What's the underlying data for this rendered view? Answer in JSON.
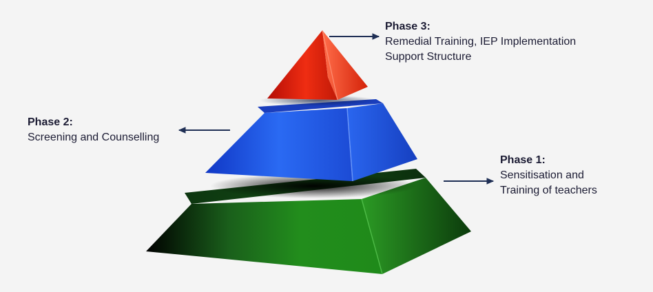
{
  "diagram": {
    "phases": [
      {
        "id": "phase3",
        "title": "Phase 3:",
        "lines": [
          "Remedial Training, IEP Implementation",
          "Support Structure"
        ],
        "color": "#e8321b"
      },
      {
        "id": "phase2",
        "title": "Phase 2:",
        "lines": [
          "Screening and Counselling"
        ],
        "color": "#1f5fe6"
      },
      {
        "id": "phase1",
        "title": "Phase 1:",
        "lines": [
          "Sensitisation and",
          "Training of teachers"
        ],
        "color": "#1f7a1c"
      }
    ],
    "arrow_color": "#1f2f55",
    "background_color": "#f4f4f4"
  }
}
